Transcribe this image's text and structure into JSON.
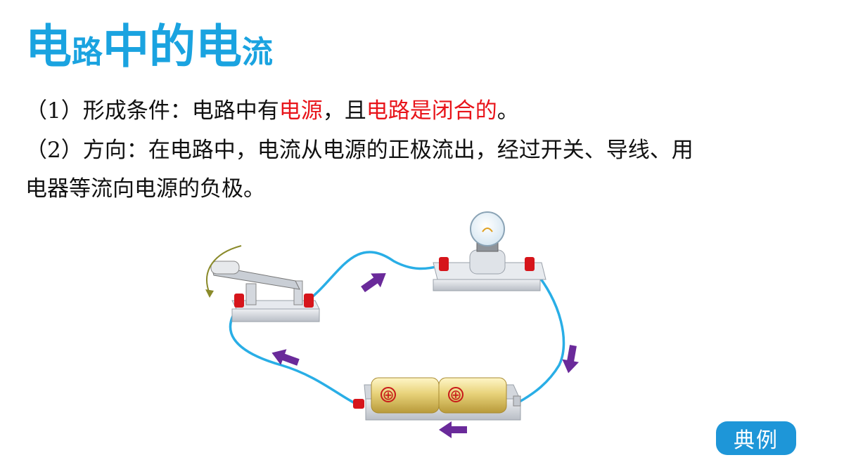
{
  "title": {
    "part1": "电",
    "part2": "路",
    "part3": "中的",
    "part4": "电",
    "part5": "流"
  },
  "line1": {
    "prefix": "（1）形成条件：电路中有",
    "highlight1": "电源",
    "middle": "，且",
    "highlight2": "电路是闭合的",
    "suffix": "。"
  },
  "line2": "（2）方向：在电路中，电流从电源的正极流出，经过开关、导线、用",
  "line3": "电器等流向电源的负极。",
  "battery": {
    "plus_symbol": "⊕"
  },
  "example_button": "典例",
  "colors": {
    "title": "#1aa3e0",
    "highlight": "#e8141a",
    "wire": "#29aee6",
    "arrow": "#6a2a9a",
    "button": "#1e96d8"
  }
}
